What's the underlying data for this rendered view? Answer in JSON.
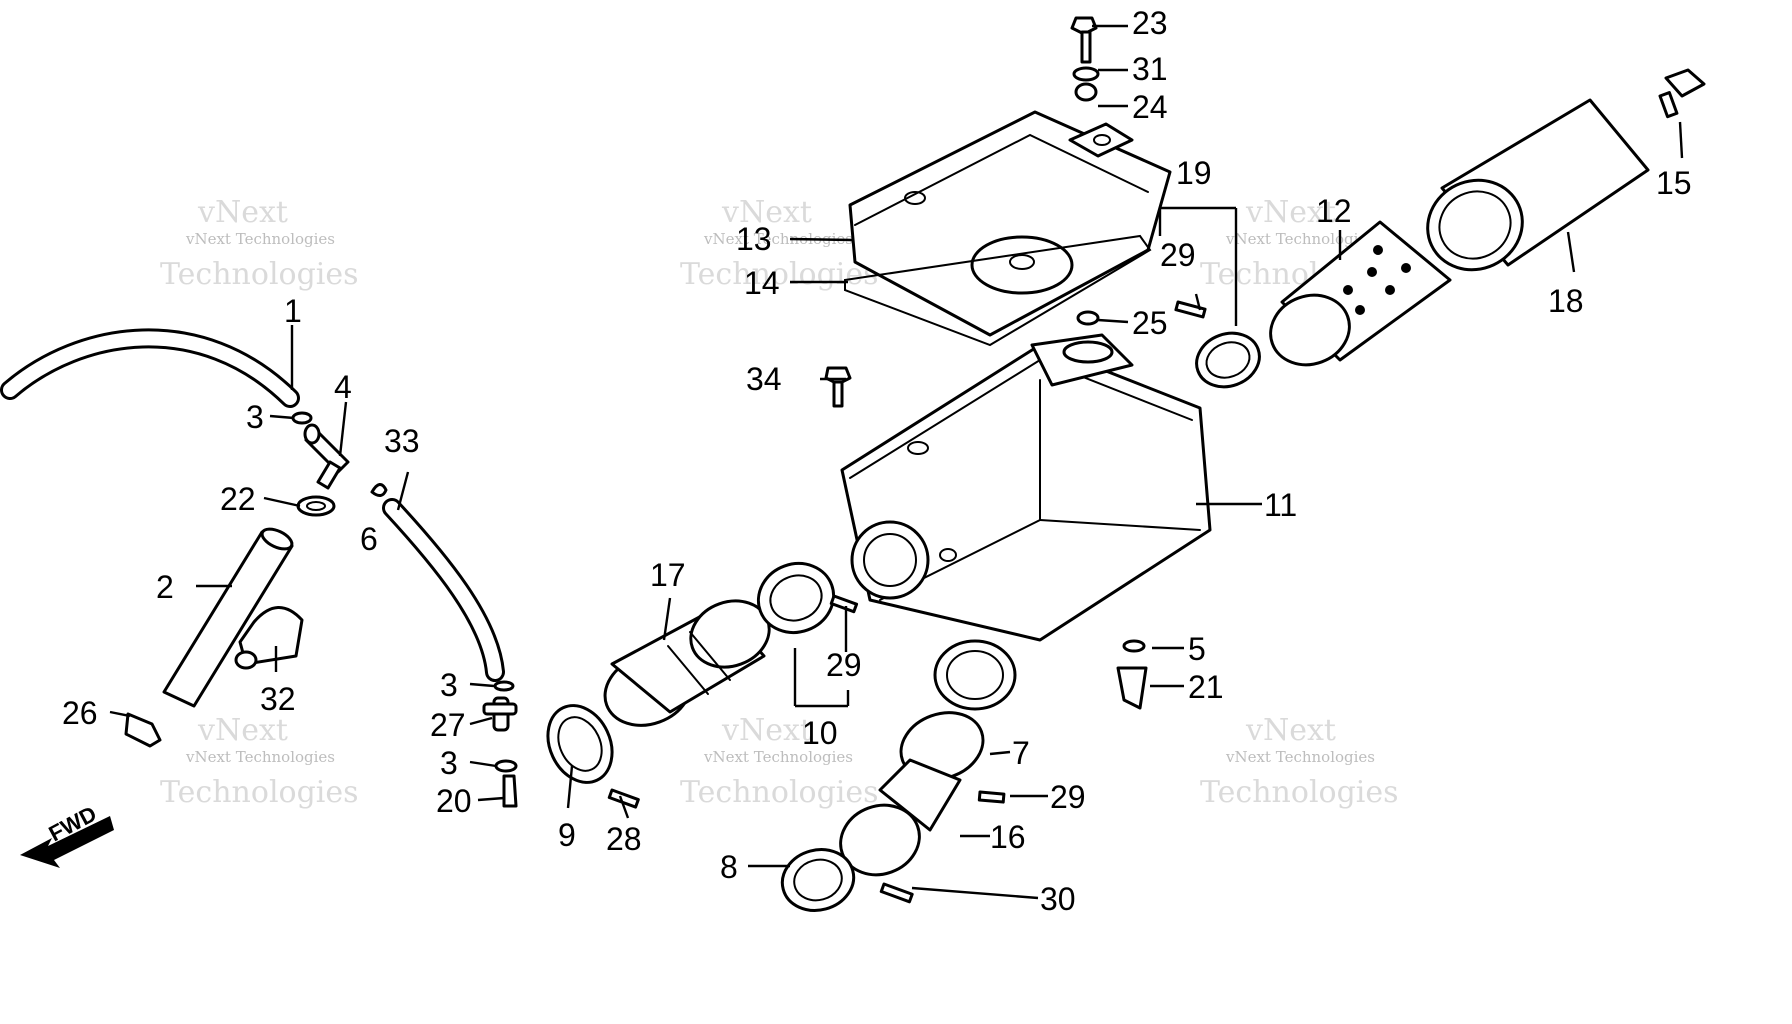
{
  "watermark": {
    "line1": "vNext",
    "line2": "vNext Technologies",
    "line3": "Technologies"
  },
  "direction_label": "FWD",
  "callouts": {
    "c1": "1",
    "c2": "2",
    "c3a": "3",
    "c3b": "3",
    "c3c": "3",
    "c4": "4",
    "c5": "5",
    "c6": "6",
    "c7": "7",
    "c8": "8",
    "c9": "9",
    "c10": "10",
    "c11": "11",
    "c12": "12",
    "c13": "13",
    "c14": "14",
    "c15": "15",
    "c16": "16",
    "c17": "17",
    "c18": "18",
    "c19": "19",
    "c20": "20",
    "c21": "21",
    "c22": "22",
    "c23": "23",
    "c24": "24",
    "c25": "25",
    "c26": "26",
    "c27": "27",
    "c28": "28",
    "c29a": "29",
    "c29b": "29",
    "c29c": "29",
    "c30": "30",
    "c31": "31",
    "c32": "32",
    "c33": "33",
    "c34": "34"
  }
}
